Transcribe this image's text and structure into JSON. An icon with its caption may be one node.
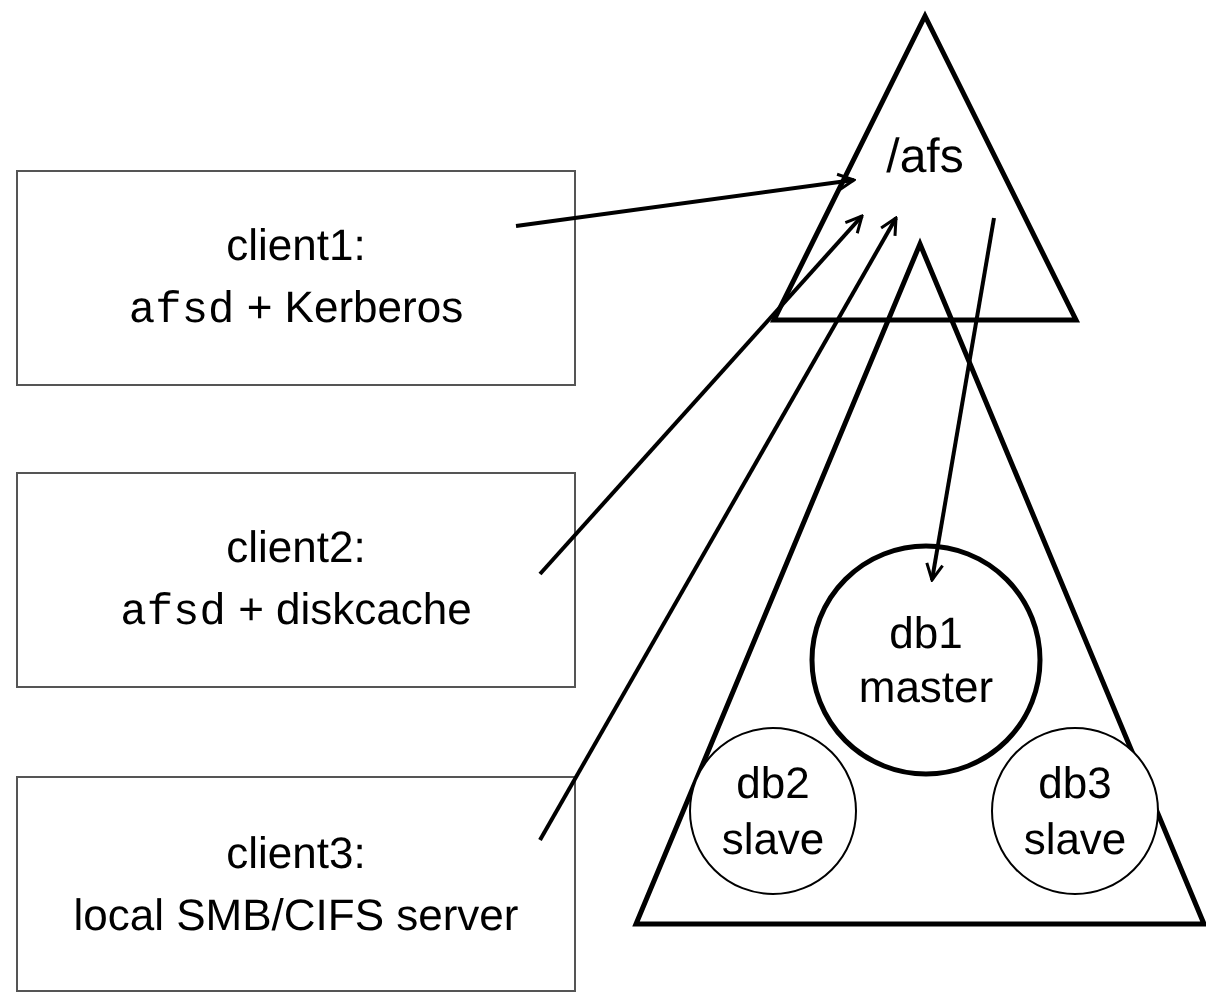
{
  "diagram": {
    "nodes": [
      {
        "text": [
          "client1:",
          "afsd + Kerberos"
        ]
      },
      {
        "text": [
          "client2:",
          "afsd + diskcache"
        ]
      },
      {
        "text": [
          "client3:",
          "local SMB/CIFS server"
        ]
      },
      {
        "text": [
          "/afs"
        ]
      },
      {
        "text": [],
        "shape": "triangle"
      },
      {
        "text": [
          "db1",
          "master"
        ],
        "in": 4
      },
      {
        "text": [
          "db2",
          "slave"
        ],
        "in": 4
      },
      {
        "text": [
          "db3",
          "slave"
        ],
        "in": 4
      }
    ],
    "edges": [
      {
        "from": 0,
        "to": 3,
        "arrow": "to"
      },
      {
        "from": 1,
        "to": 3,
        "arrow": "to"
      },
      {
        "from": 2,
        "to": 3,
        "arrow": "to"
      },
      {
        "from": 3,
        "to": 5,
        "arrow": "to"
      }
    ]
  }
}
